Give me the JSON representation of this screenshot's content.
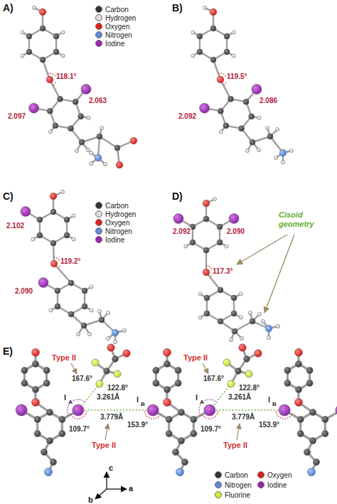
{
  "diagram": {
    "labels": [
      "A)",
      "B)",
      "C)",
      "D)",
      "E)",
      "118.1°",
      "2.063",
      "2.097",
      "119.5°",
      "2.086",
      "2.092",
      "2.102",
      "119.2°",
      "2.090",
      "2.092",
      "2.090",
      "117.3°",
      "Cisoid geometry",
      "Type II",
      "122.8°",
      "167.6°",
      "3.261Å",
      "I",
      "A",
      "Type II",
      "3.779Å",
      "109.7°",
      "153.9°",
      "I",
      "B",
      "Type II",
      "122.8°",
      "167.6°",
      "3.261Å",
      "I",
      "A",
      "Type II",
      "3.779Å",
      "109.7°",
      "153.9°",
      "I",
      "B",
      "c",
      "a",
      "b"
    ],
    "legend": [
      {
        "text": "Carbon",
        "color": "#333333"
      },
      {
        "text": "Hydrogen",
        "color": "#dddddd"
      },
      {
        "text": "Oxygen",
        "color": "#e41e1e"
      },
      {
        "text": "Nitrogen",
        "color": "#5b8bd9"
      },
      {
        "text": "Iodine",
        "color": "#9b27b0"
      },
      {
        "text": "Carbon",
        "color": "#333333"
      },
      {
        "text": "Hydrogen",
        "color": "#dddddd"
      },
      {
        "text": "Oxygen",
        "color": "#e41e1e"
      },
      {
        "text": "Nitrogen",
        "color": "#5b8bd9"
      },
      {
        "text": "Iodine",
        "color": "#9b27b0"
      },
      {
        "text": "Carbon",
        "color": "#333333"
      },
      {
        "text": "Oxygen",
        "color": "#e41e1e"
      },
      {
        "text": "Nitrogen",
        "color": "#5b8bd9"
      },
      {
        "text": "Iodine",
        "color": "#9b27b0"
      },
      {
        "text": "Fluorine",
        "color": "#d6e63a"
      }
    ]
  }
}
